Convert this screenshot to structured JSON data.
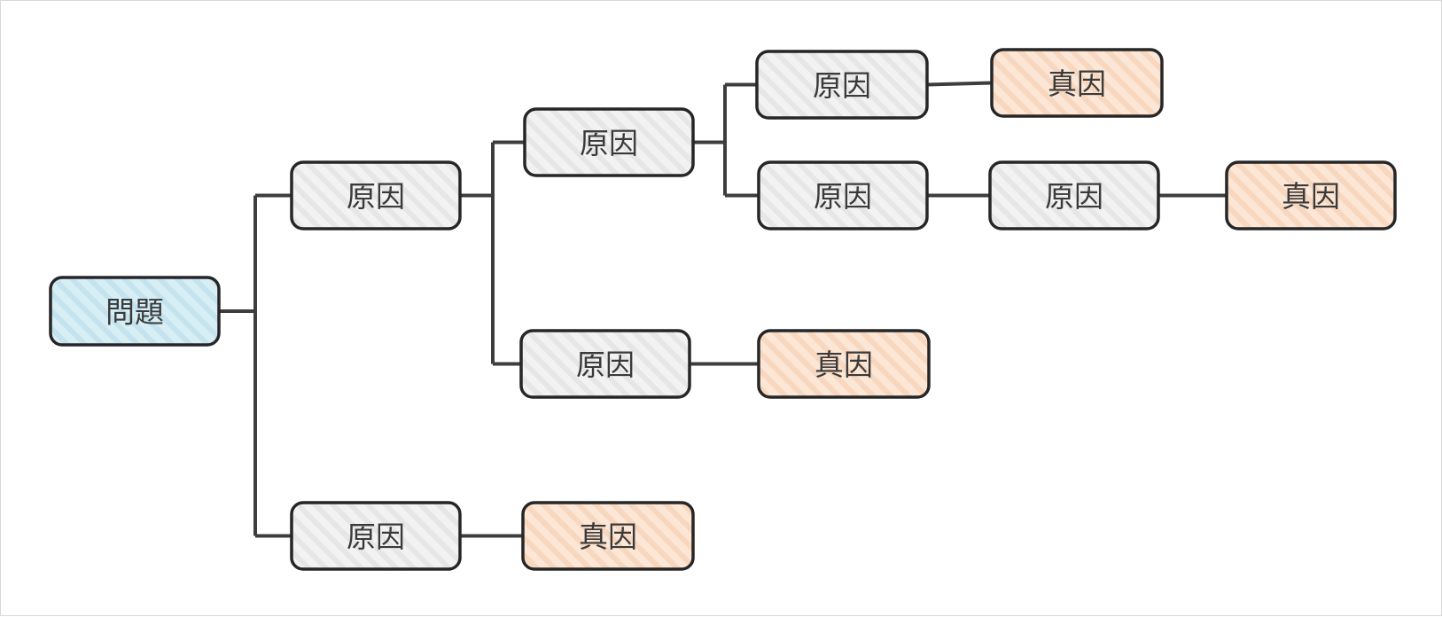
{
  "diagram": {
    "type": "cause-tree",
    "colors": {
      "problem_fill": "#d8eef5",
      "problem_stripe": "#c4e3ee",
      "cause_fill": "#f2f2f2",
      "cause_stripe": "#e6e6e6",
      "root_cause_fill": "#fce6d6",
      "root_cause_stripe": "#f8d7bf",
      "border": "#262626",
      "line": "#3d3d3d",
      "text": "#3a3a3a"
    },
    "nodes": [
      {
        "id": "problem",
        "kind": "problem",
        "label": "問題"
      },
      {
        "id": "cause-a",
        "kind": "cause",
        "label": "原因"
      },
      {
        "id": "cause-b",
        "kind": "cause",
        "label": "原因"
      },
      {
        "id": "cause-a1",
        "kind": "cause",
        "label": "原因"
      },
      {
        "id": "cause-a2",
        "kind": "cause",
        "label": "原因"
      },
      {
        "id": "cause-a1a",
        "kind": "cause",
        "label": "原因"
      },
      {
        "id": "cause-a1b",
        "kind": "cause",
        "label": "原因"
      },
      {
        "id": "cause-a1b-1",
        "kind": "cause",
        "label": "原因"
      },
      {
        "id": "root-a1a",
        "kind": "root-cause",
        "label": "真因"
      },
      {
        "id": "root-a1b",
        "kind": "root-cause",
        "label": "真因"
      },
      {
        "id": "root-a2",
        "kind": "root-cause",
        "label": "真因"
      },
      {
        "id": "root-b",
        "kind": "root-cause",
        "label": "真因"
      }
    ],
    "edges": [
      {
        "from": "problem",
        "to": "cause-a"
      },
      {
        "from": "problem",
        "to": "cause-b"
      },
      {
        "from": "cause-a",
        "to": "cause-a1"
      },
      {
        "from": "cause-a",
        "to": "cause-a2"
      },
      {
        "from": "cause-a1",
        "to": "cause-a1a"
      },
      {
        "from": "cause-a1",
        "to": "cause-a1b"
      },
      {
        "from": "cause-a1a",
        "to": "root-a1a"
      },
      {
        "from": "cause-a1b",
        "to": "cause-a1b-1"
      },
      {
        "from": "cause-a1b-1",
        "to": "root-a1b"
      },
      {
        "from": "cause-a2",
        "to": "root-a2"
      },
      {
        "from": "cause-b",
        "to": "root-b"
      }
    ]
  }
}
